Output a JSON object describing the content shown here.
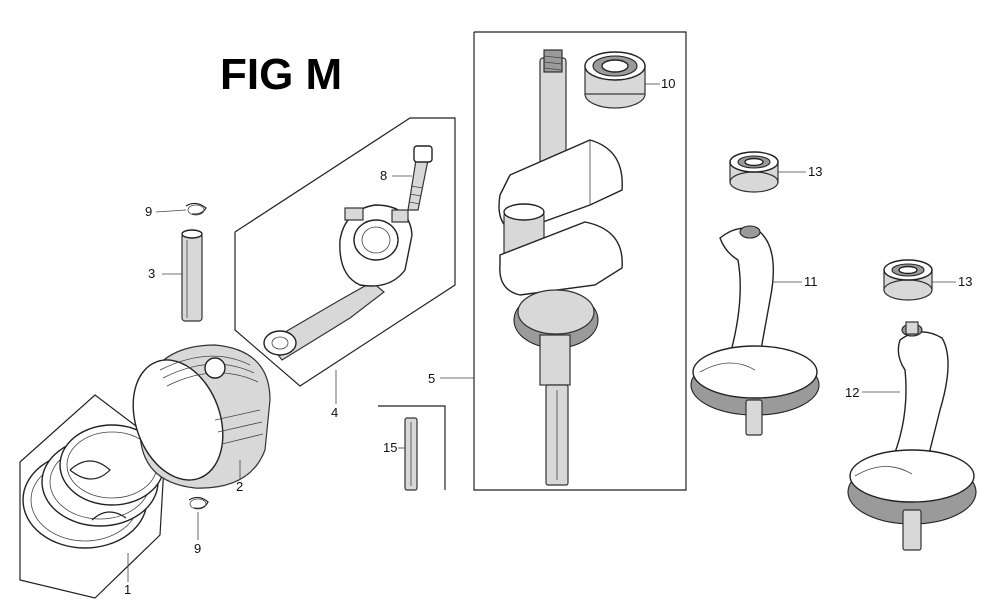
{
  "figure": {
    "title": "FIG M"
  },
  "callouts": [
    {
      "id": "ring-set",
      "label": "1"
    },
    {
      "id": "piston",
      "label": "2"
    },
    {
      "id": "piston-pin",
      "label": "3"
    },
    {
      "id": "connecting-rod",
      "label": "4"
    },
    {
      "id": "crankshaft",
      "label": "5"
    },
    {
      "id": "rod-bolt",
      "label": "8"
    },
    {
      "id": "pin-clip-top",
      "label": "9"
    },
    {
      "id": "pin-clip-bottom",
      "label": "9"
    },
    {
      "id": "crank-bearing",
      "label": "10"
    },
    {
      "id": "balancer-a",
      "label": "11"
    },
    {
      "id": "balancer-b",
      "label": "12"
    },
    {
      "id": "balancer-bearing-a",
      "label": "13"
    },
    {
      "id": "balancer-bearing-b",
      "label": "13"
    },
    {
      "id": "key-pin",
      "label": "15"
    }
  ],
  "colors": {
    "line": "#222222",
    "shade": "#d8d8d8",
    "dark": "#9a9a9a"
  }
}
